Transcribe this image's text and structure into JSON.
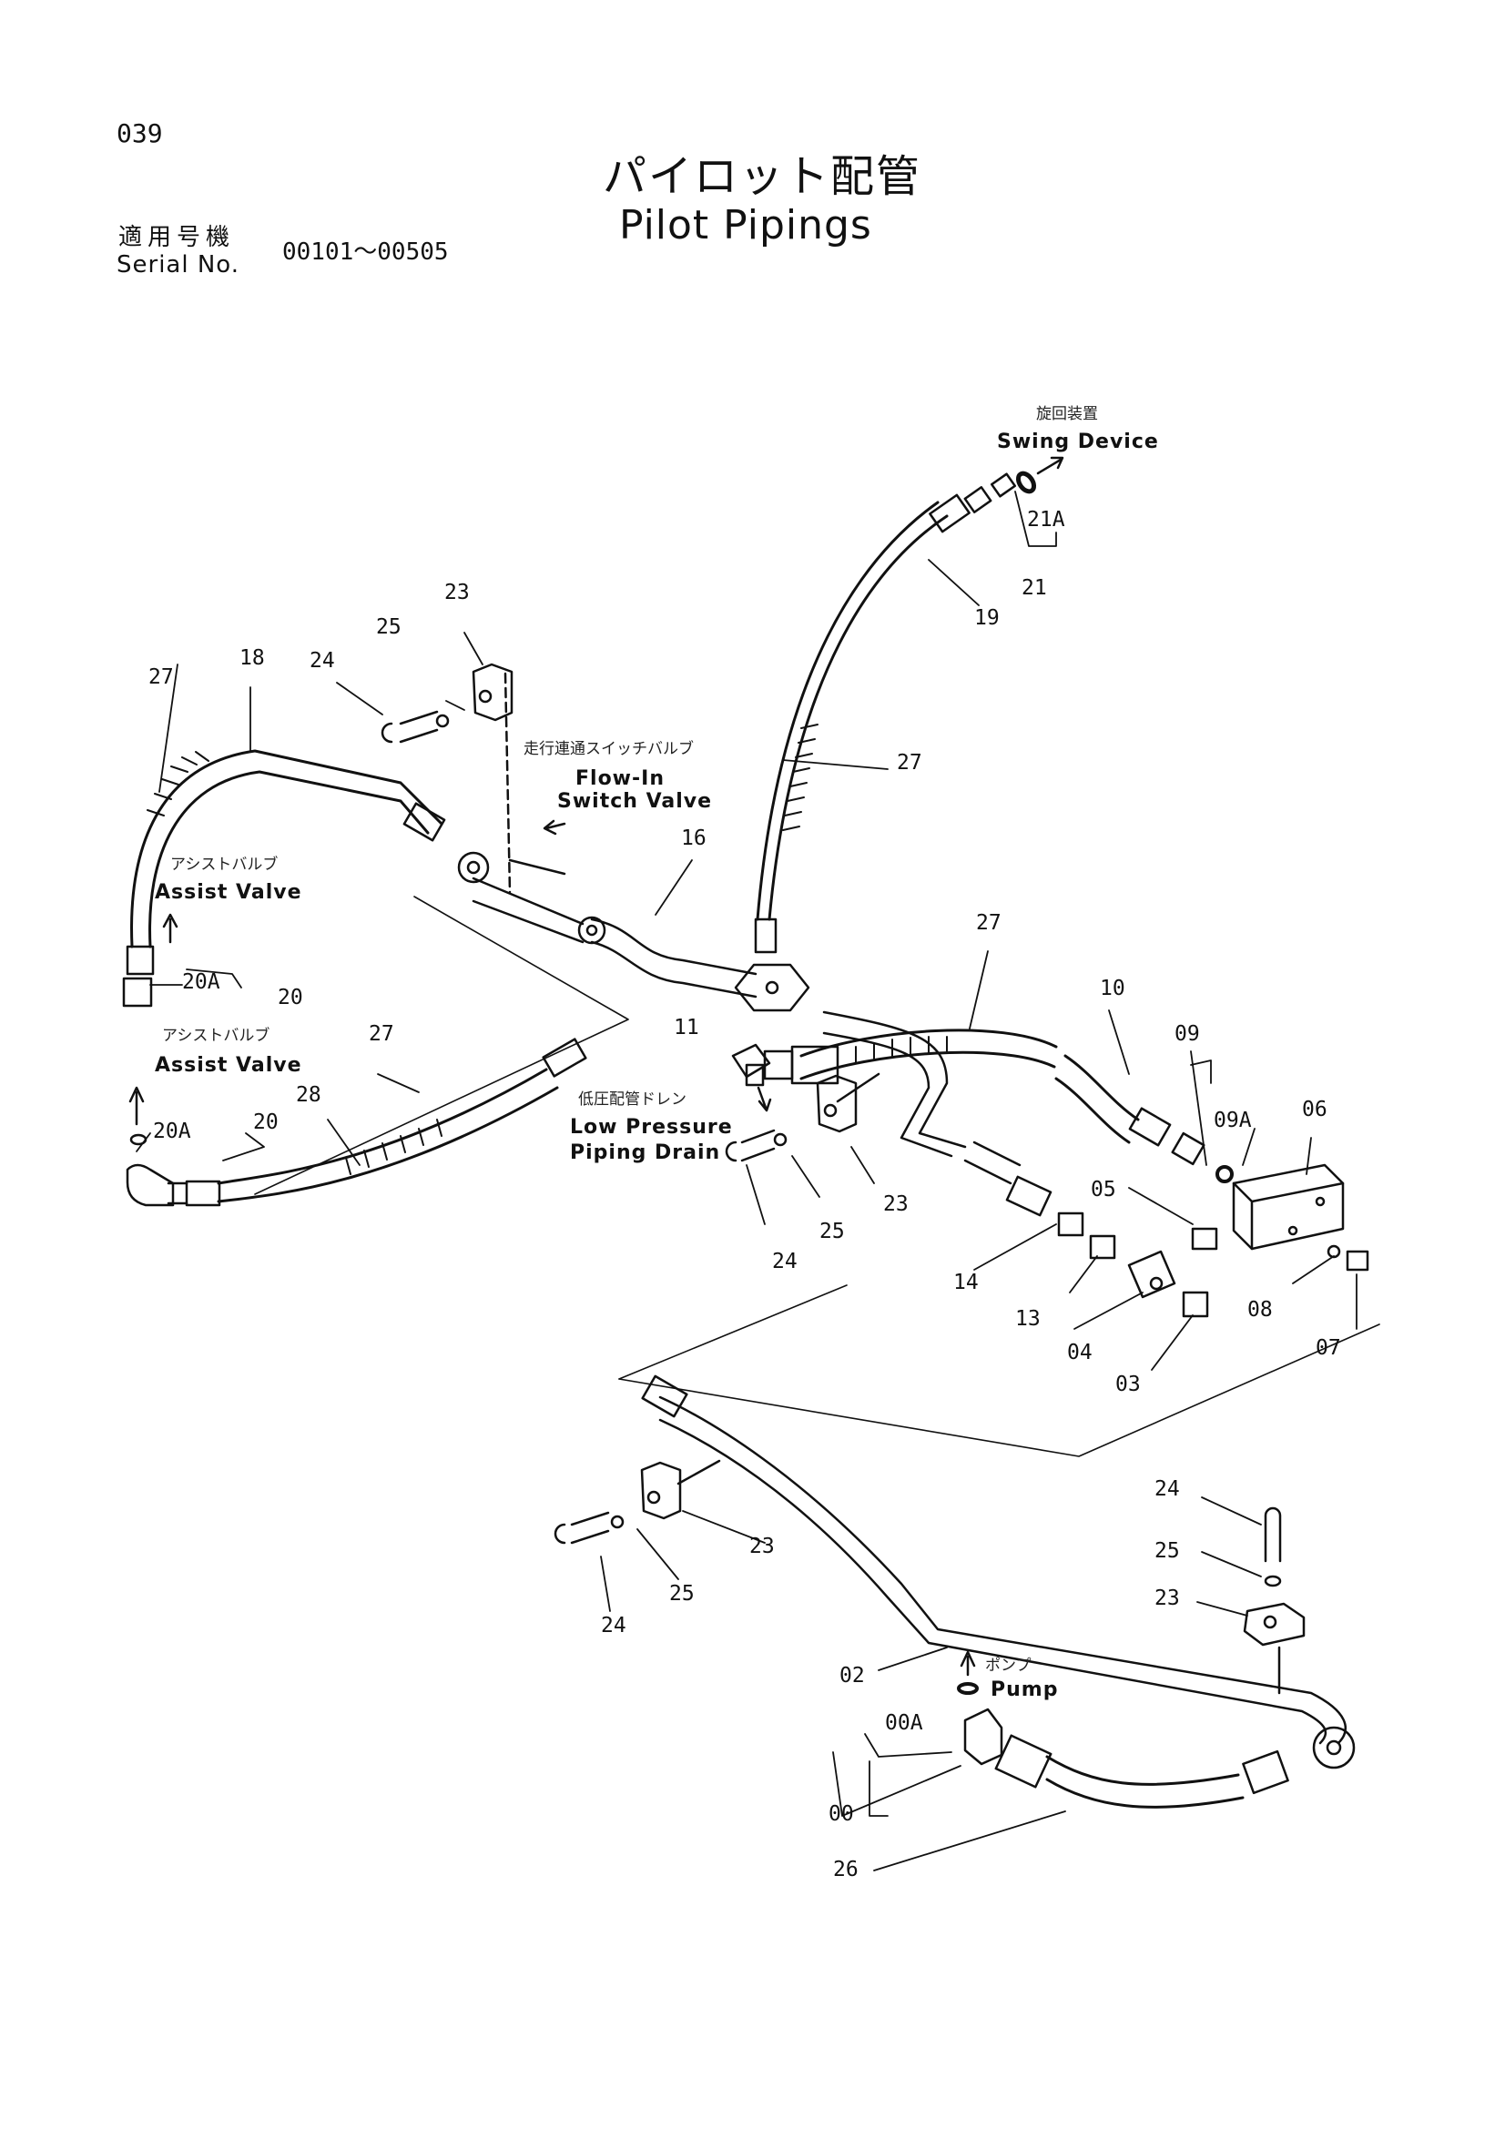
{
  "header": {
    "page_number": "039",
    "title_jp": "パイロット配管",
    "title_en": "Pilot Pipings",
    "serial_label_jp": "適用号機",
    "serial_label_en": "Serial No.",
    "serial_range": "00101～00505"
  },
  "destinations": {
    "swing_jp": "旋回装置",
    "swing_en": "Swing Device",
    "flowin_jp": "走行連通スイッチバルブ",
    "flowin_en1": "Flow-In",
    "flowin_en2": "Switch Valve",
    "assist1_jp": "アシストバルブ",
    "assist1_en": "Assist Valve",
    "assist2_jp": "アシストバルブ",
    "assist2_en": "Assist Valve",
    "drain_jp": "低圧配管ドレン",
    "drain_en1": "Low Pressure",
    "drain_en2": "Piping Drain",
    "pump_jp": "ポンプ",
    "pump_en": "Pump"
  },
  "callouts": {
    "c21a": "21A",
    "c21": "21",
    "c19": "19",
    "c27a": "27",
    "c23a": "23",
    "c25a": "25",
    "c24a": "24",
    "c18": "18",
    "c27b": "27",
    "c16": "16",
    "c27c": "27",
    "c10": "10",
    "c09": "09",
    "c09a": "09A",
    "c06": "06",
    "c20a1": "20A",
    "c20_1": "20",
    "c27d": "27",
    "c28": "28",
    "c20a2": "20A",
    "c20_2": "20",
    "c11": "11",
    "c23b": "23",
    "c25b": "25",
    "c24b": "24",
    "c05": "05",
    "c14": "14",
    "c13": "13",
    "c04": "04",
    "c03": "03",
    "c08": "08",
    "c07": "07",
    "c23c": "23",
    "c25c": "25",
    "c24c": "24",
    "c24d": "24",
    "c25d": "25",
    "c23d": "23",
    "c02": "02",
    "c00a": "00A",
    "c00": "00",
    "c26": "26"
  }
}
